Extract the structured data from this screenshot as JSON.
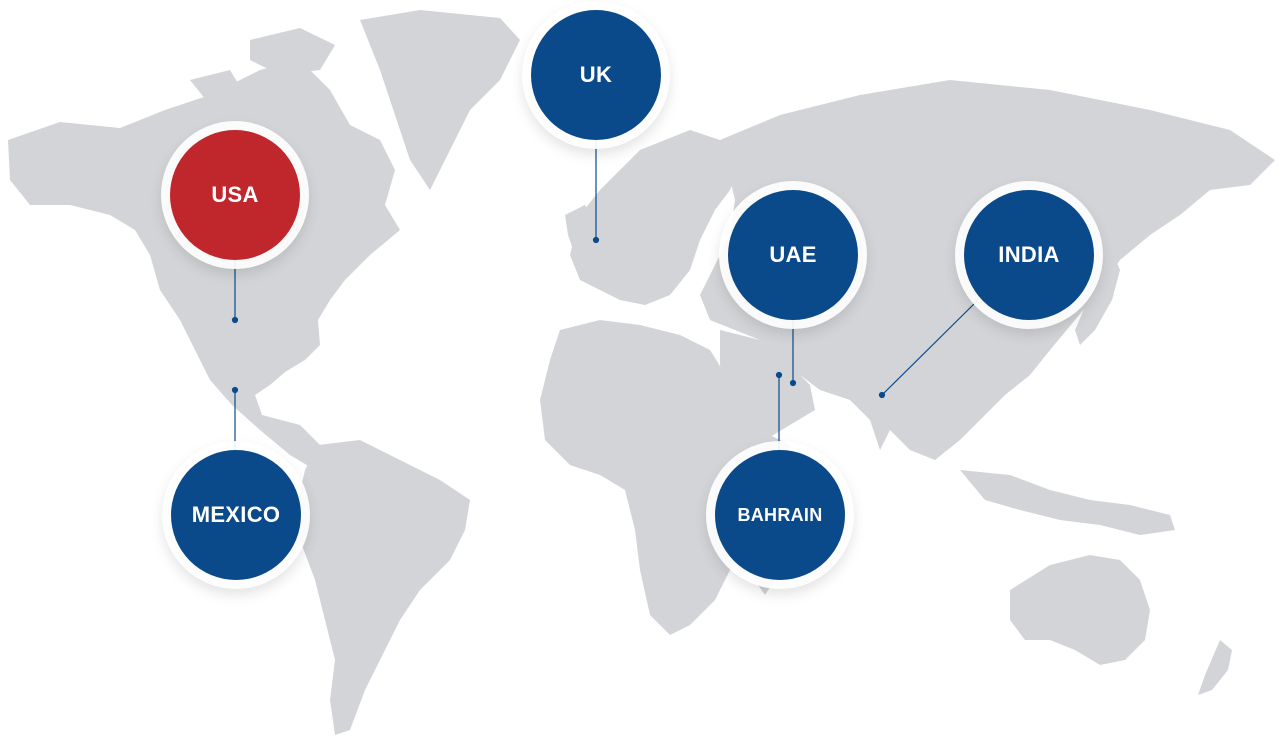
{
  "map": {
    "background": "#ffffff",
    "land_color": "#d2d4d7",
    "connector_color": "#0b4a8a"
  },
  "locations": [
    {
      "id": "usa",
      "label": "USA",
      "color": "#c0272d"
    },
    {
      "id": "uk",
      "label": "UK",
      "color": "#0b4a8a"
    },
    {
      "id": "uae",
      "label": "UAE",
      "color": "#0b4a8a"
    },
    {
      "id": "india",
      "label": "INDIA",
      "color": "#0b4a8a"
    },
    {
      "id": "mexico",
      "label": "MEXICO",
      "color": "#0b4a8a"
    },
    {
      "id": "bahrain",
      "label": "BAHRAIN",
      "color": "#0b4a8a"
    }
  ]
}
